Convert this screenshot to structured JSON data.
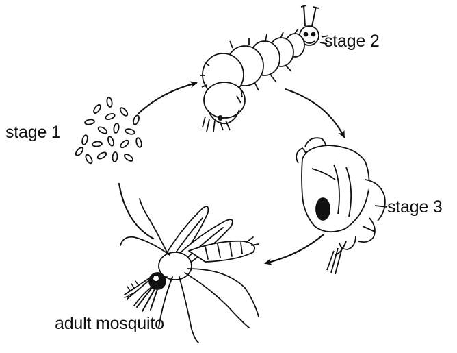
{
  "diagram": {
    "stages": [
      {
        "id": "eggs",
        "label": "stage 1"
      },
      {
        "id": "larva",
        "label": "stage 2"
      },
      {
        "id": "pupa",
        "label": "stage 3"
      },
      {
        "id": "adult",
        "label": "adult mosquito"
      }
    ],
    "colors": {
      "ink": "#111111",
      "background": "#ffffff"
    }
  }
}
